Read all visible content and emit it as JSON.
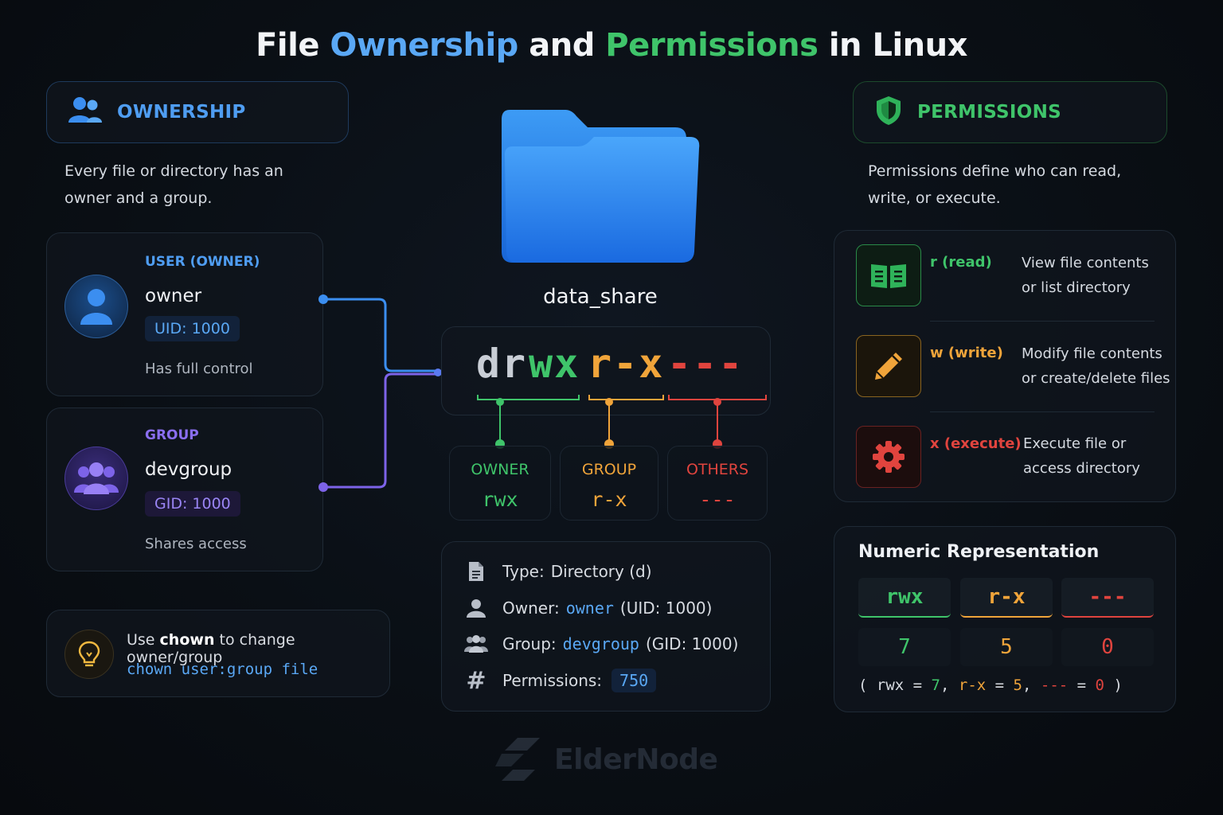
{
  "title": {
    "part1": "File ",
    "part2": "Ownership",
    "part3": " and ",
    "part4": "Permissions",
    "part5": " in Linux"
  },
  "colors": {
    "blue": "#5aa8f5",
    "green": "#3fc46a",
    "orange": "#f0a43a",
    "red": "#e0443e",
    "purple": "#8a6ef0"
  },
  "ownership": {
    "header": "OWNERSHIP",
    "header_icon": "users-icon",
    "description_line1": "Every file or directory has an",
    "description_line2": "owner and a group.",
    "user": {
      "role": "USER (OWNER)",
      "name": "owner",
      "id": "UID: 1000",
      "note": "Has full control"
    },
    "group": {
      "role": "GROUP",
      "name": "devgroup",
      "id": "GID: 1000",
      "note": "Shares access"
    },
    "tip": {
      "pre": "Use ",
      "cmd_word": "chown",
      "post": " to change owner/group",
      "command": "chown user:group file"
    }
  },
  "file": {
    "name": "data_share",
    "perm_type": "d",
    "perm_owner": "rwx",
    "perm_group": "r-x",
    "perm_others": "---",
    "slots": [
      {
        "label": "OWNER",
        "value": "rwx"
      },
      {
        "label": "GROUP",
        "value": "r-x"
      },
      {
        "label": "OTHERS",
        "value": "---"
      }
    ],
    "info": {
      "type_label": "Type:",
      "type_value": "Directory (d)",
      "owner_label": "Owner:",
      "owner_value": "owner",
      "owner_suffix": "(UID: 1000)",
      "group_label": "Group:",
      "group_value": "devgroup",
      "group_suffix": "(GID: 1000)",
      "perm_label": "Permissions:",
      "perm_value": "750"
    }
  },
  "permissions": {
    "header": "PERMISSIONS",
    "header_icon": "shield-icon",
    "description_line1": "Permissions define who can read,",
    "description_line2": "write, or execute.",
    "items": [
      {
        "label": "r (read)",
        "desc1": "View file contents",
        "desc2": "or list directory",
        "icon": "book-icon"
      },
      {
        "label": "w (write)",
        "desc1": "Modify file contents",
        "desc2": "or create/delete files",
        "icon": "pencil-icon"
      },
      {
        "label": "x (execute)",
        "desc1": "Execute file or",
        "desc2": "access directory",
        "icon": "gear-icon"
      }
    ]
  },
  "numeric": {
    "title": "Numeric Representation",
    "cells": [
      {
        "perm": "rwx",
        "value": "7"
      },
      {
        "perm": "r-x",
        "value": "5"
      },
      {
        "perm": "---",
        "value": "0"
      }
    ],
    "formula": {
      "open": "( ",
      "a": "rwx",
      "eq1": " = ",
      "v1": "7",
      "c1": ", ",
      "b": "r-x",
      "eq2": " = ",
      "v2": "5",
      "c2": ", ",
      "c": "---",
      "eq3": " = ",
      "v3": "0",
      "close": " )"
    }
  },
  "watermark": "ElderNode"
}
